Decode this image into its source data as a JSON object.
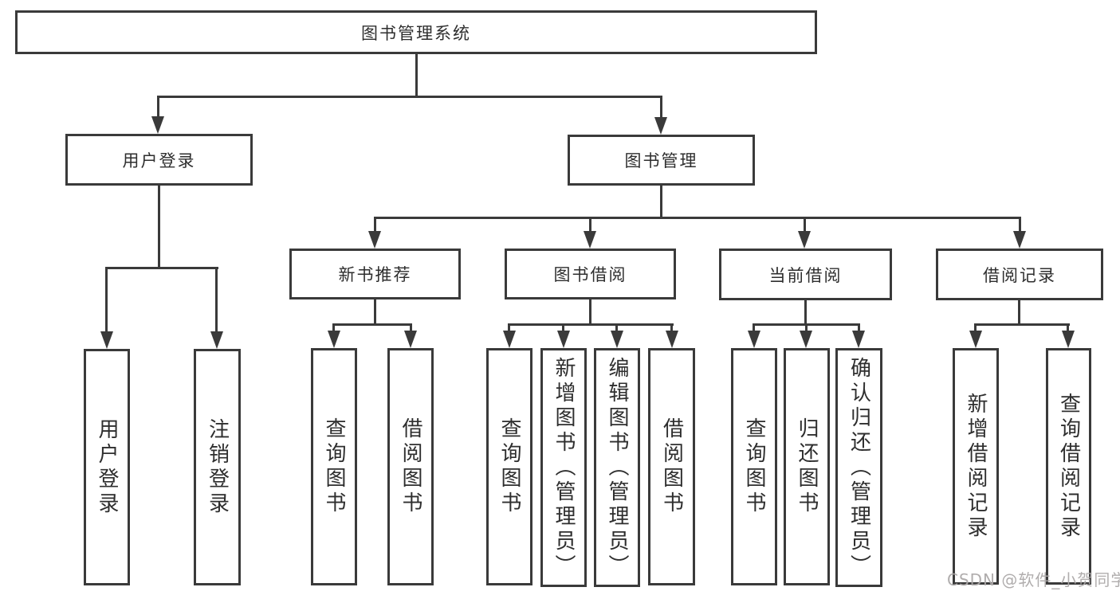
{
  "diagram": {
    "type": "tree",
    "title": "图书管理系统",
    "colors": {
      "line": "#3a3a3a",
      "box_border": "#3a3a3a",
      "text": "#2e2e2e",
      "background": "#ffffff",
      "watermark": "#aca9a9"
    }
  },
  "tree": {
    "label": "图书管理系统",
    "children": [
      {
        "label": "用户登录",
        "children": [
          {
            "label": "用户登录"
          },
          {
            "label": "注销登录"
          }
        ]
      },
      {
        "label": "图书管理",
        "children": [
          {
            "label": "新书推荐",
            "children": [
              {
                "label": "查询图书"
              },
              {
                "label": "借阅图书"
              }
            ]
          },
          {
            "label": "图书借阅",
            "children": [
              {
                "label": "查询图书"
              },
              {
                "label": "新增图书（管理员）"
              },
              {
                "label": "编辑图书（管理员）"
              },
              {
                "label": "借阅图书"
              }
            ]
          },
          {
            "label": "当前借阅",
            "children": [
              {
                "label": "查询图书"
              },
              {
                "label": "归还图书"
              },
              {
                "label": "确认归还（管理员）"
              }
            ]
          },
          {
            "label": "借阅记录",
            "children": [
              {
                "label": "新增借阅记录"
              },
              {
                "label": "查询借阅记录"
              }
            ]
          }
        ]
      }
    ]
  },
  "watermark": {
    "text": "CSDN @软件_小贺同学"
  }
}
